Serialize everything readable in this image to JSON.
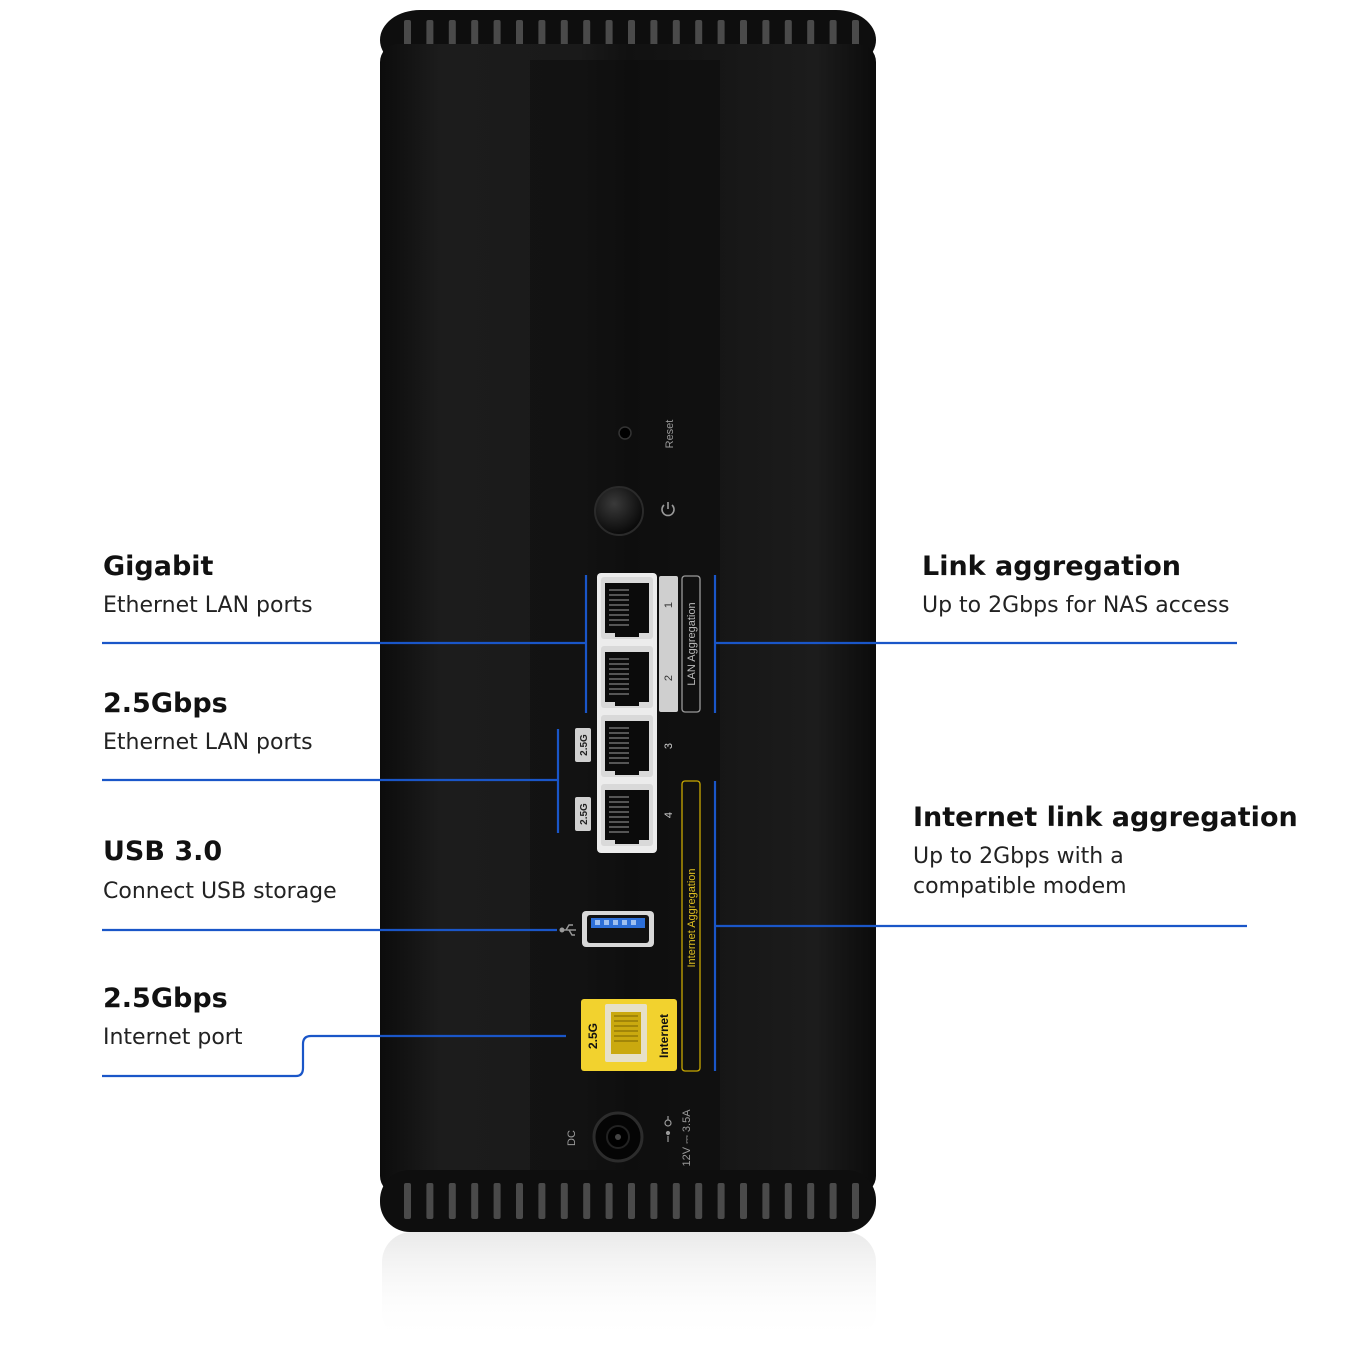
{
  "accent_line_color": "#1a56c8",
  "device_color": "#141414",
  "internet_port_color": "#f2d22e",
  "usb_port_color": "#2d6fd8",
  "callouts": {
    "gigabit": {
      "title": "Gigabit",
      "desc": "Ethernet LAN ports"
    },
    "lan25": {
      "title": "2.5Gbps",
      "desc": "Ethernet LAN ports"
    },
    "usb": {
      "title": "USB 3.0",
      "desc": "Connect USB storage"
    },
    "internet25": {
      "title": "2.5Gbps",
      "desc": "Internet port"
    },
    "link_agg": {
      "title": "Link aggregation",
      "desc": "Up to 2Gbps for NAS access"
    },
    "internet_agg": {
      "title": "Internet link aggregation",
      "desc_line1": "Up to 2Gbps with a",
      "desc_line2": "compatible modem"
    }
  },
  "device_labels": {
    "reset": "Reset",
    "lan_aggregation": "LAN Aggregation",
    "internet_aggregation": "Internet Aggregation",
    "port_numbers": [
      "1",
      "2",
      "3",
      "4"
    ],
    "badge_25g": "2.5G",
    "internet_badge": "2.5G",
    "internet_label": "Internet",
    "dc": "DC",
    "power_rating": "12V ⎓ 3.5A"
  },
  "icons": {
    "power": "power-icon",
    "usb": "usb-icon",
    "dc_polarity": "dc-polarity-icon"
  }
}
